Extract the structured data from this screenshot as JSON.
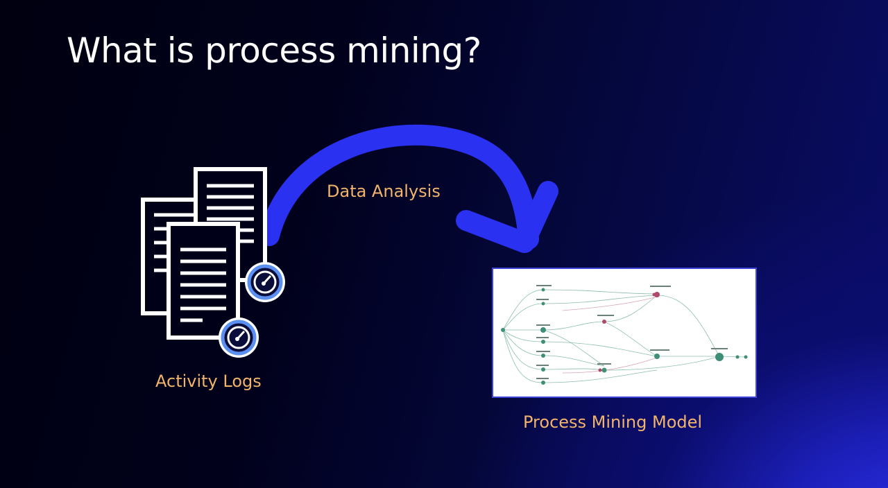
{
  "slide": {
    "title": "What is process mining?"
  },
  "diagram": {
    "source_label": "Activity Logs",
    "arrow_label": "Data Analysis",
    "target_label": "Process Mining Model"
  },
  "colors": {
    "arrow": "#2a31f0",
    "label": "#f2b46c",
    "icon_stroke": "#ffffff",
    "gauge_ring": "#5b8ff0",
    "model_border": "#3d46d8",
    "node_green": "#3f8f78",
    "node_red": "#b04a6a"
  },
  "icons": [
    "document-icon",
    "stopwatch-icon",
    "curved-arrow-icon",
    "process-graph-icon"
  ]
}
